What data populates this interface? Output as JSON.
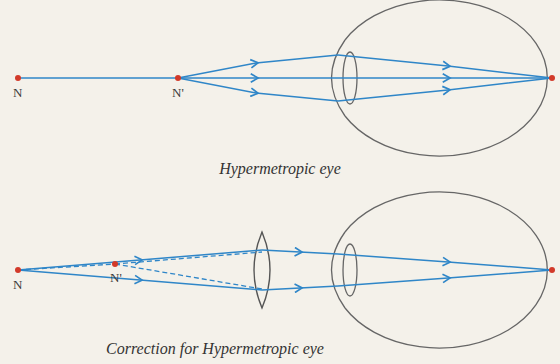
{
  "diagram": {
    "labels": [
      "N",
      "N'",
      "Hypermetropic eye",
      "N",
      "N'",
      "Correction for Hypermetropic eye"
    ]
  }
}
